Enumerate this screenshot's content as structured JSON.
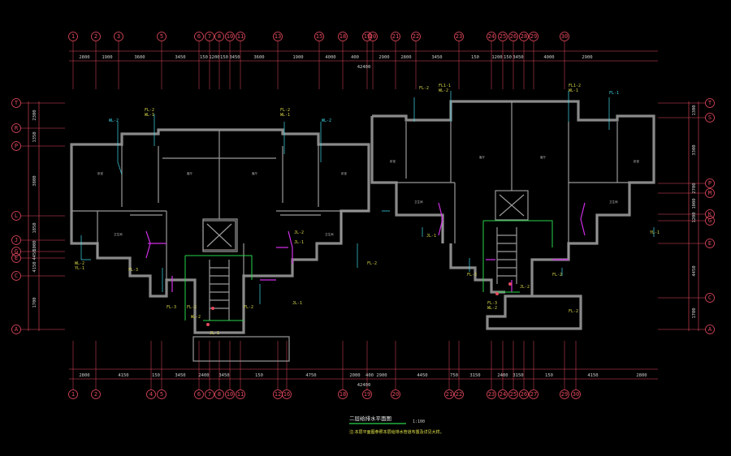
{
  "top_axes": [
    "1",
    "2",
    "3",
    "5",
    "6",
    "7",
    "8",
    "10",
    "11",
    "13",
    "15",
    "18",
    "19",
    "20",
    "21",
    "22",
    "23",
    "24",
    "25",
    "26",
    "28",
    "29",
    "30"
  ],
  "bottom_axes": [
    "1",
    "2",
    "4",
    "5",
    "6",
    "7",
    "8",
    "10",
    "11",
    "12",
    "16",
    "18",
    "19",
    "20",
    "21",
    "22",
    "23",
    "24",
    "25",
    "26",
    "27",
    "29",
    "30"
  ],
  "left_axes": [
    "T",
    "R",
    "P",
    "L",
    "J",
    "G",
    "E",
    "C",
    "A"
  ],
  "right_axes": [
    "T",
    "S",
    "P",
    "M",
    "K",
    "G",
    "E",
    "C",
    "A"
  ],
  "top_dims": [
    "2800",
    "1900",
    "3600",
    "3450",
    "150",
    "1200",
    "150",
    "3450",
    "3600",
    "1900",
    "4000",
    "400",
    "2900",
    "2800",
    "3450",
    "150",
    "1200",
    "150",
    "3450",
    "4000",
    "2900"
  ],
  "top_total": "42400",
  "bottom_dims": [
    "2800",
    "4150",
    "150",
    "3450",
    "2400",
    "3450",
    "150",
    "4750",
    "2000",
    "400",
    "2900",
    "4450",
    "750",
    "3150",
    "2400",
    "3150",
    "150",
    "4150",
    "2800"
  ],
  "bottom_total": "42400",
  "left_dims": [
    "2300",
    "1350",
    "3800",
    "1850",
    "1000",
    "4450",
    "4150",
    "1700"
  ],
  "right_dims": [
    "1300",
    "3300",
    "2700",
    "1000",
    "1200",
    "4450",
    "1700"
  ],
  "tags": [
    "JL-1",
    "WL-1",
    "FL-2",
    "YL-1",
    "JL-2",
    "FL-1",
    "WL-2",
    "FL-3"
  ],
  "drawing_title": "二层给排水平面图",
  "scale_label": "1:100",
  "note_text": "注:本层平面图参照本层给排水管道布置及详见大样。",
  "colors": {
    "axis": "#e84a5f",
    "wall": "#8a8a8a",
    "cyan": "#3fd7e8",
    "magenta": "#d02ee6",
    "green": "#27d34a",
    "tag": "#d8d84a"
  }
}
